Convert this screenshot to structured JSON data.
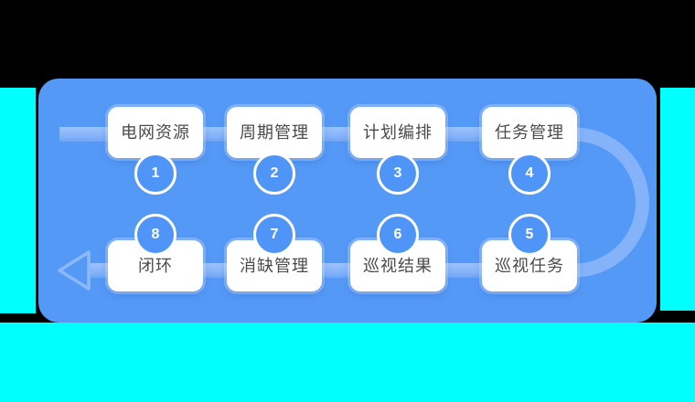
{
  "diagram": {
    "top_row": [
      {
        "num": "1",
        "label": "电网资源"
      },
      {
        "num": "2",
        "label": "周期管理"
      },
      {
        "num": "3",
        "label": "计划编排"
      },
      {
        "num": "4",
        "label": "任务管理"
      }
    ],
    "bottom_row": [
      {
        "num": "8",
        "label": "闭环"
      },
      {
        "num": "7",
        "label": "消缺管理"
      },
      {
        "num": "6",
        "label": "巡视结果"
      },
      {
        "num": "5",
        "label": "巡视任务"
      }
    ],
    "colors": {
      "outer": "#000000",
      "chroma": "#00FFFF",
      "panel": "#5599F7",
      "connector": "#84B3FA",
      "connector_light": "#9CC3FC",
      "node_bg": "#FFFFFF",
      "node_text": "#4A4A4A",
      "badge_fill": "#4F95F7",
      "badge_ring": "#FFFFFF"
    }
  }
}
